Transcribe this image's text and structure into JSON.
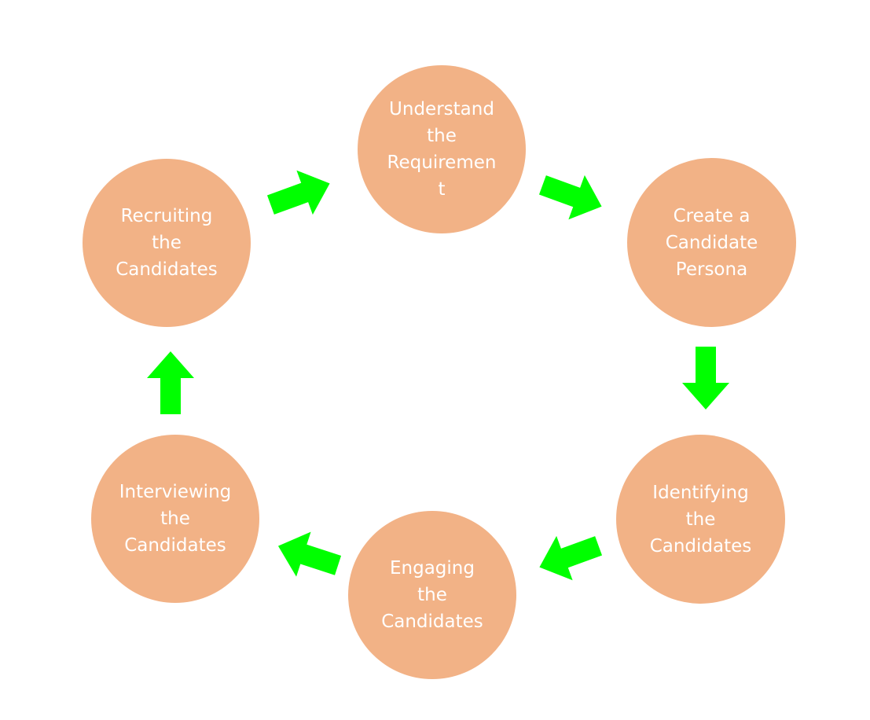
{
  "colors": {
    "node_fill": "#f2b286",
    "arrow_fill": "#00ff00",
    "label_text": "#ffffff",
    "background": "#ffffff"
  },
  "diagram": {
    "type": "cycle",
    "nodes": [
      {
        "label": "Understand\nthe\nRequiremen\nt"
      },
      {
        "label": "Create a\nCandidate\nPersona"
      },
      {
        "label": "Identifying\nthe\nCandidates"
      },
      {
        "label": "Engaging\nthe\nCandidates"
      },
      {
        "label": "Interviewing\nthe\nCandidates"
      },
      {
        "label": "Recruiting\nthe\nCandidates"
      }
    ],
    "edges": [
      {
        "from": 1,
        "to": 2
      },
      {
        "from": 2,
        "to": 3
      },
      {
        "from": 3,
        "to": 4
      },
      {
        "from": 4,
        "to": 5
      },
      {
        "from": 5,
        "to": 6
      },
      {
        "from": 6,
        "to": 1
      }
    ]
  }
}
